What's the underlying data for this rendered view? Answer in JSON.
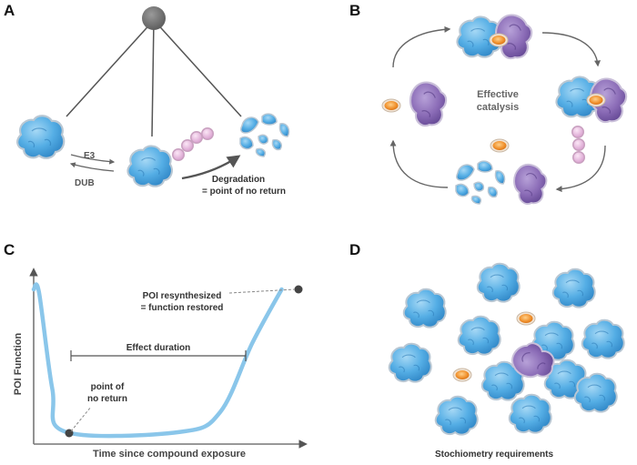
{
  "panels": {
    "a": {
      "letter": "A",
      "e3": "E3",
      "dub": "DUB",
      "degradation_line1": "Degradation",
      "degradation_line2": "= point of no return"
    },
    "b": {
      "letter": "B",
      "center_line1": "Effective",
      "center_line2": "catalysis"
    },
    "c": {
      "letter": "C",
      "ylabel": "POI Function",
      "xlabel": "Time since compound exposure",
      "resynth_line1": "POI resynthesized",
      "resynth_line2": "= function restored",
      "effect_duration": "Effect duration",
      "no_return_line1": "point of",
      "no_return_line2": "no return"
    },
    "d": {
      "letter": "D",
      "caption": "Stochiometry requirements"
    }
  },
  "colors": {
    "protein_blue": "#5bb4e8",
    "protein_blue_dark": "#2f8fcf",
    "ligase_purple": "#8b6bb4",
    "ligase_purple_dark": "#6a4c95",
    "drug_orange": "#f39a3a",
    "ubiquitin_pink": "#e8b4dc",
    "curve_blue": "#8ac6ea",
    "line_gray": "#555555"
  },
  "chart_data": {
    "type": "line",
    "xlabel": "Time since compound exposure",
    "ylabel": "POI Function",
    "series": [
      {
        "values": [
          [
            0,
            0.95
          ],
          [
            0.02,
            0.93
          ],
          [
            0.07,
            0.3
          ],
          [
            0.12,
            0.02
          ],
          [
            0.55,
            0.02
          ],
          [
            0.7,
            0.15
          ],
          [
            0.82,
            0.6
          ],
          [
            0.93,
            0.95
          ]
        ]
      }
    ],
    "annotations": [
      "point of no return",
      "Effect duration",
      "POI resynthesized = function restored"
    ]
  }
}
